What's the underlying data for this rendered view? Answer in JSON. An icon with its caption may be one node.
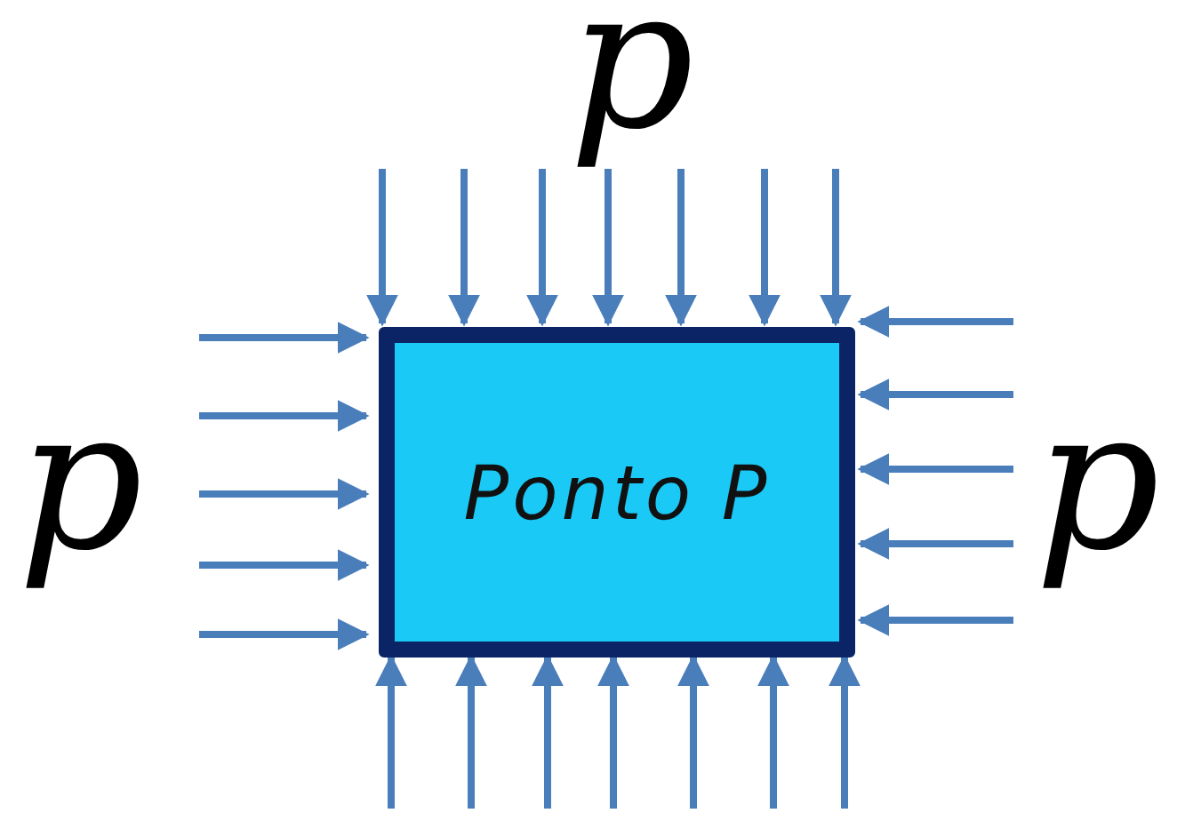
{
  "diagram": {
    "nodes": [
      {
        "text": [
          "Ponto P"
        ]
      }
    ],
    "labels": [
      "p",
      "p",
      "p"
    ]
  }
}
